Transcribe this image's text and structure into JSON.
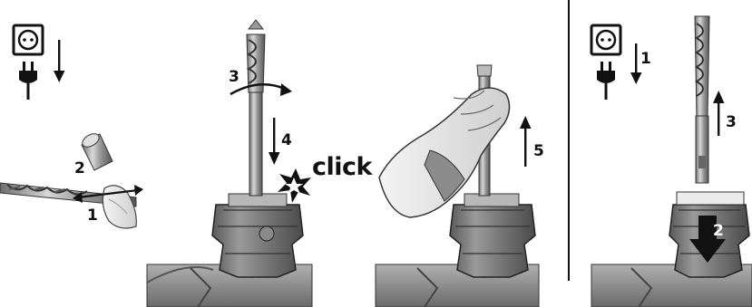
{
  "steps": {
    "p1_clean": "1",
    "p1_grease": "2",
    "p2_rotate": "3",
    "p2_insert": "4",
    "p2_sound": "click",
    "p3_check": "5",
    "p4_press": "2",
    "p4_unplug": "1",
    "p4_remove": "3"
  },
  "icons": [
    "socket-icon",
    "plug-icon",
    "drill-bit",
    "grease-tube",
    "rag",
    "hand",
    "drill-chuck",
    "starburst"
  ],
  "colors": {
    "ink": "#111111",
    "metal": "#a9a9a9",
    "chuck": "#7a7a7a",
    "glove": "#ececec"
  }
}
